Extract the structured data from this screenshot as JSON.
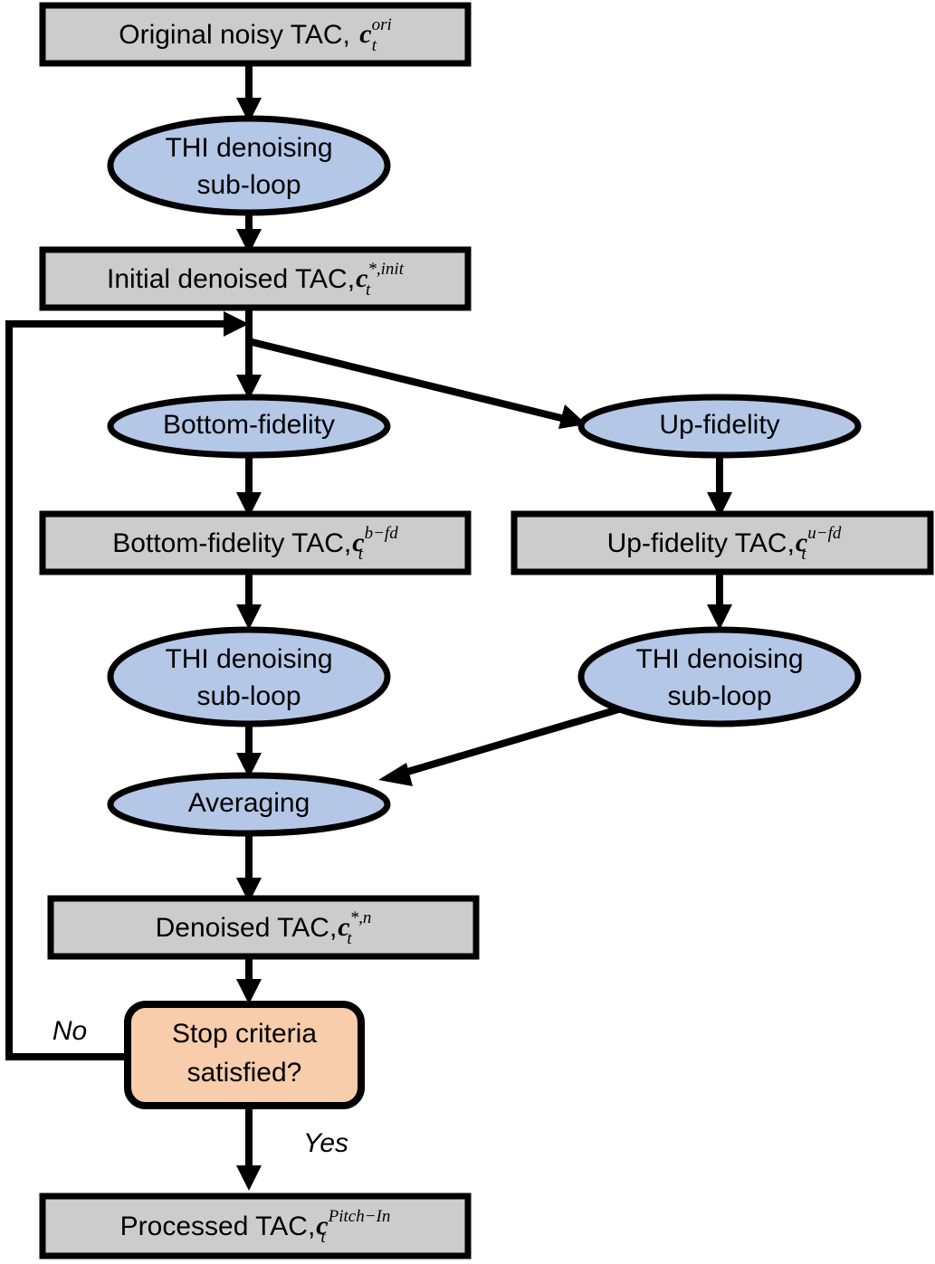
{
  "diagram": {
    "title": "THI denoising iterative pipeline flowchart",
    "colors": {
      "process_fill": "#cccccc",
      "operation_fill": "#b4c7e7",
      "decision_fill": "#f7cdab",
      "stroke": "#000000",
      "background": "#ffffff"
    },
    "nodes": {
      "original_tac": {
        "type": "process",
        "text": "Original noisy TAC, ",
        "symbol": {
          "base": "c",
          "sub": "t",
          "sup": "ori"
        }
      },
      "thi_top": {
        "type": "operation",
        "line1": "THI denoising",
        "line2": "sub-loop"
      },
      "initial_tac": {
        "type": "process",
        "text": "Initial denoised TAC,",
        "symbol": {
          "base": "c",
          "sub": "t",
          "sup": "*,init"
        }
      },
      "bottom_fidelity": {
        "type": "operation",
        "line1": "Bottom-fidelity"
      },
      "up_fidelity": {
        "type": "operation",
        "line1": "Up-fidelity"
      },
      "bottom_fidelity_tac": {
        "type": "process",
        "text": "Bottom-fidelity TAC,",
        "symbol": {
          "base": "c",
          "sub": "t",
          "sup": "b−fd"
        }
      },
      "up_fidelity_tac": {
        "type": "process",
        "text": "Up-fidelity TAC,",
        "symbol": {
          "base": "c",
          "sub": "t",
          "sup": "u−fd"
        }
      },
      "thi_left": {
        "type": "operation",
        "line1": "THI denoising",
        "line2": "sub-loop"
      },
      "thi_right": {
        "type": "operation",
        "line1": "THI denoising",
        "line2": "sub-loop"
      },
      "averaging": {
        "type": "operation",
        "line1": "Averaging"
      },
      "denoised_tac": {
        "type": "process",
        "text": "Denoised TAC,",
        "symbol": {
          "base": "c",
          "sub": "t",
          "sup": "*,n"
        }
      },
      "stop_criteria": {
        "type": "decision",
        "line1": "Stop criteria",
        "line2": "satisfied?"
      },
      "processed_tac": {
        "type": "process",
        "text": "Processed TAC,",
        "symbol": {
          "base": "c",
          "sub": "t",
          "sup": "Pitch−In"
        }
      }
    },
    "edge_labels": {
      "no": "No",
      "yes": "Yes"
    }
  }
}
